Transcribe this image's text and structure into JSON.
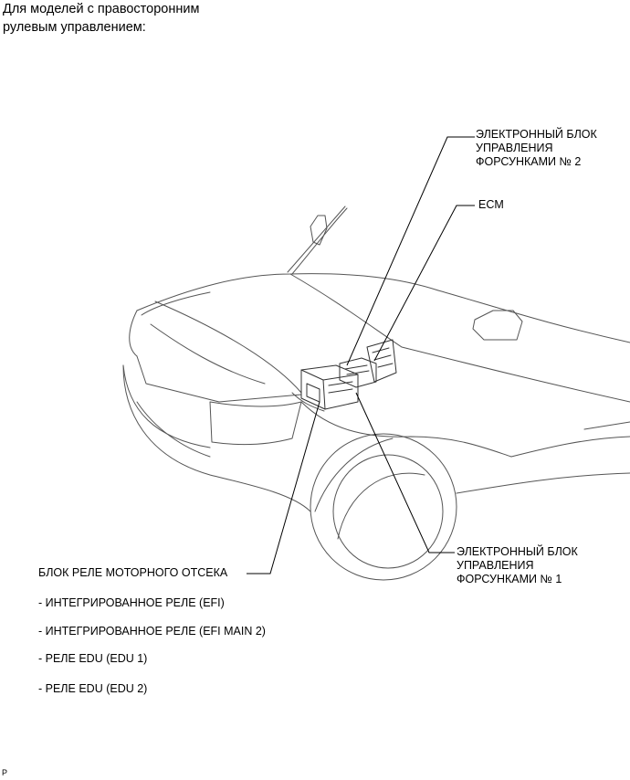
{
  "heading": {
    "line1": "Для моделей с правосторонним",
    "line2": "рулевым управлением:"
  },
  "labels": {
    "edu2": {
      "line1": "ЭЛЕКТРОННЫЙ БЛОК",
      "line2": "УПРАВЛЕНИЯ",
      "line3": "ФОРСУНКАМИ № 2"
    },
    "ecm": "ECM",
    "edu1": {
      "line1": "ЭЛЕКТРОННЫЙ БЛОК",
      "line2": "УПРАВЛЕНИЯ",
      "line3": "ФОРСУНКАМИ № 1"
    },
    "relay_block": {
      "title": "БЛОК РЕЛЕ МОТОРНОГО ОТСЕКА",
      "items": [
        "- ИНТЕГРИРОВАННОЕ РЕЛЕ (EFI)",
        "- ИНТЕГРИРОВАННОЕ РЕЛЕ (EFI MAIN 2)",
        "- РЕЛЕ EDU (EDU 1)",
        "- РЕЛЕ EDU (EDU 2)"
      ]
    }
  },
  "footer_code": "P"
}
